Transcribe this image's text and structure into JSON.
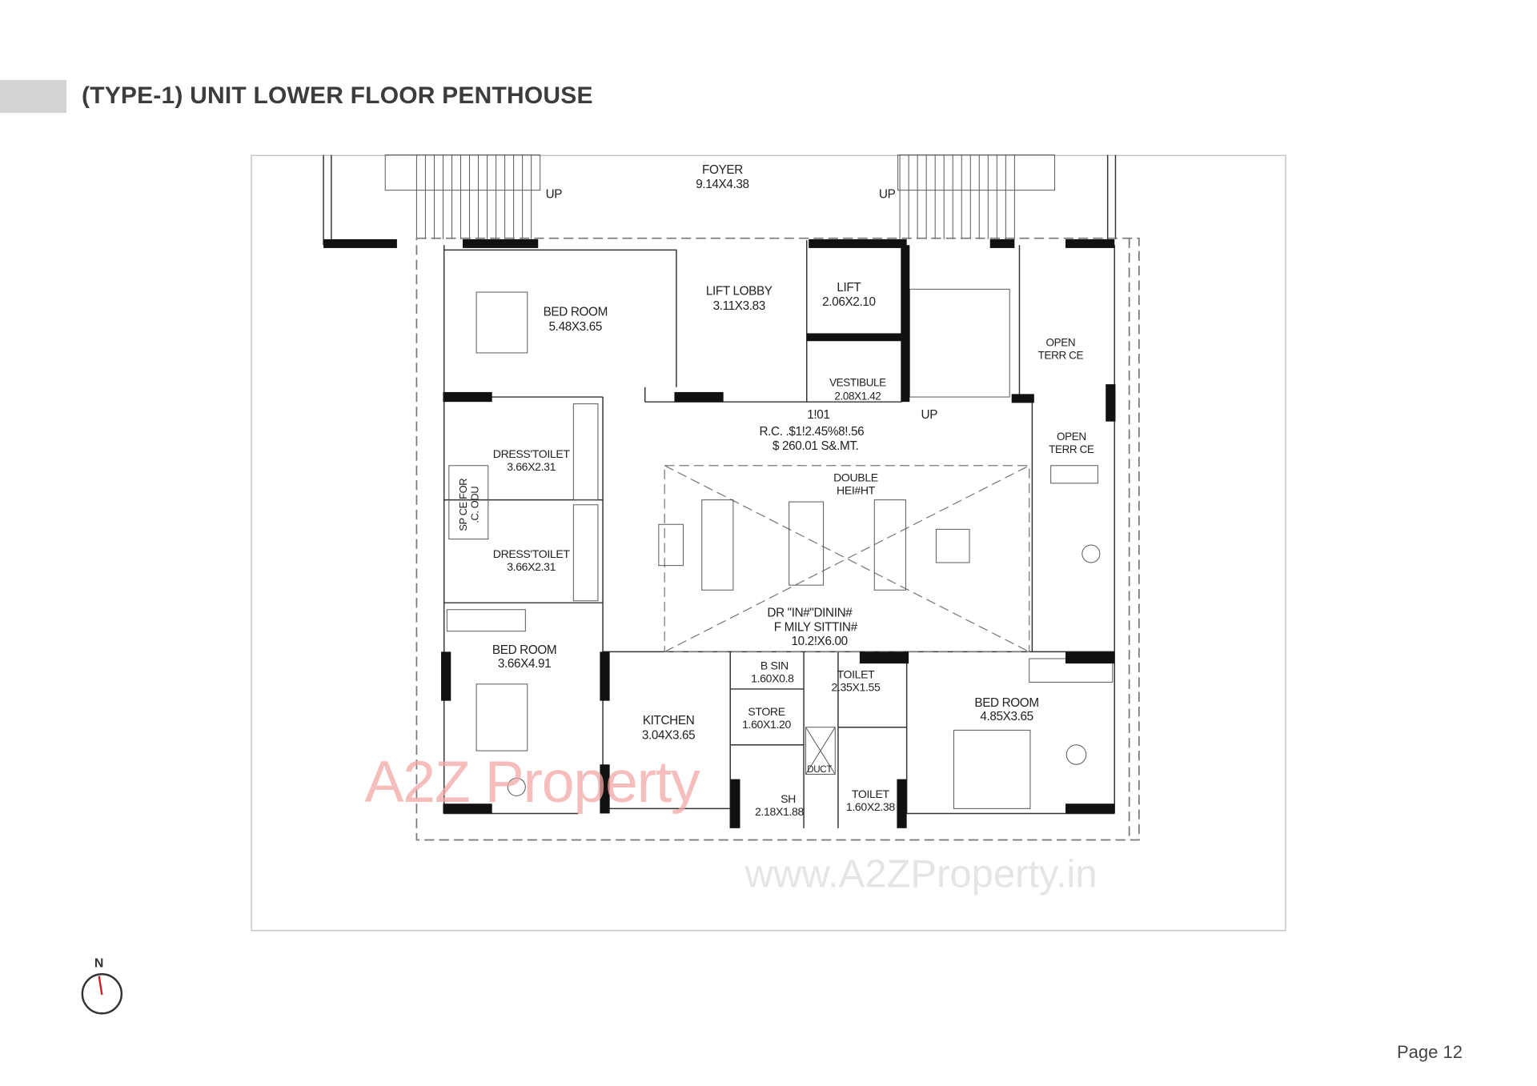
{
  "title": "(TYPE-1) UNIT LOWER FLOOR PENTHOUSE",
  "page_label": "Page 12",
  "compass": {
    "label": "N",
    "needle_color": "#cc2222"
  },
  "rooms": {
    "foyer": {
      "name": "FOYER",
      "size": "9.14X4.38"
    },
    "bedroom1": {
      "name": "BED ROOM",
      "size": "5.48X3.65"
    },
    "lift_lobby": {
      "name": "LIFT LOBBY",
      "size": "3.11X3.83"
    },
    "lift": {
      "name": "LIFT",
      "size": "2.06X2.10"
    },
    "vestibule": {
      "name": "VESTIBULE",
      "size": "2.08X1.42"
    },
    "terrace1": {
      "line1": "OPEN",
      "line2": "TERR CE"
    },
    "terrace2": {
      "line1": "OPEN",
      "line2": "TERR CE"
    },
    "unit_info": {
      "line1": "1!01",
      "line2": "R.C. .$1!2.45%8!.56",
      "line3": "$ 260.01 S&.MT."
    },
    "dress_toilet1": {
      "name": "DRESS'TOILET",
      "size": "3.66X2.31"
    },
    "dress_toilet2": {
      "name": "DRESS'TOILET",
      "size": "3.66X2.31"
    },
    "odu_space": {
      "line1": "SP CE FOR",
      "line2": ".C. ODU"
    },
    "double_height": {
      "line1": "DOUBLE",
      "line2": "HEI#HT"
    },
    "living": {
      "line1": "DR \"IN#\"DININ#",
      "line2": "F MILY SITTIN#",
      "size": "10.2!X6.00"
    },
    "bedroom2": {
      "name": "BED ROOM",
      "size": "3.66X4.91"
    },
    "basin": {
      "name": "B SIN",
      "size": "1.60X0.8"
    },
    "toilet1": {
      "name": "TOILET",
      "size": "2.35X1.55"
    },
    "kitchen": {
      "name": "KITCHEN",
      "size": "3.04X3.65"
    },
    "store": {
      "name": "STORE",
      "size": "1.60X1.20"
    },
    "bedroom3": {
      "name": "BED ROOM",
      "size": "4.85X3.65"
    },
    "duct": {
      "name": "DUCT"
    },
    "wash": {
      "name": "SH",
      "size": "2.18X1.88"
    },
    "toilet2": {
      "name": "TOILET",
      "size": "1.60X2.38"
    }
  },
  "stairs": {
    "up1": "UP",
    "up2": "UP",
    "up3": "UP"
  },
  "watermarks": {
    "logo": "A2Z Property",
    "url": "www.A2ZProperty.in"
  }
}
